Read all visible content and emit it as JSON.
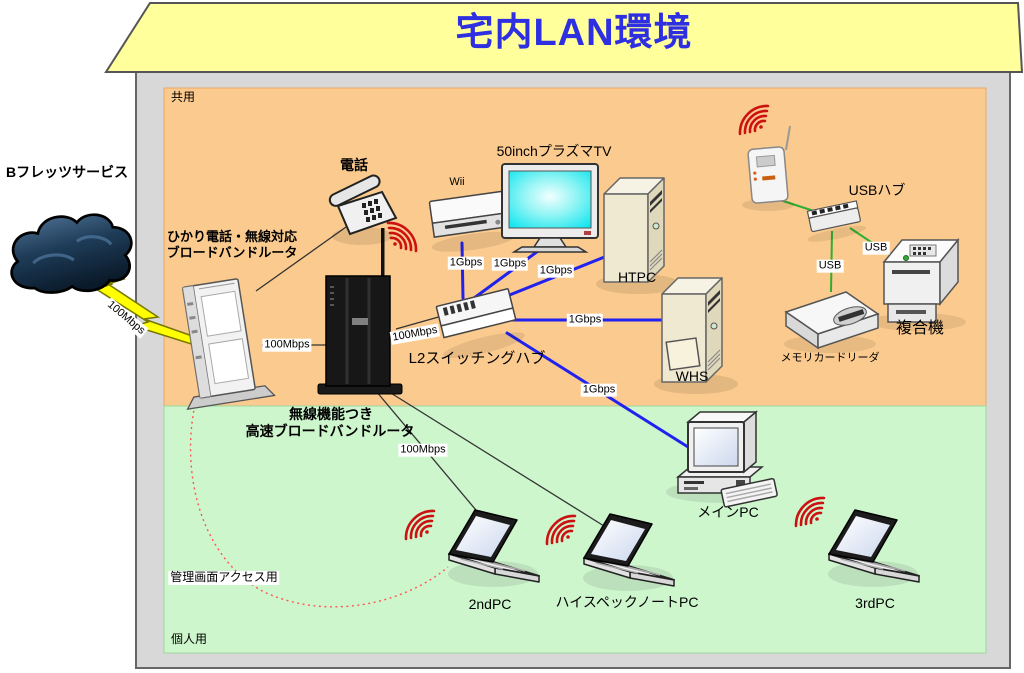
{
  "title": "宅内LAN環境",
  "wan": {
    "service": "Bフレッツサービス"
  },
  "zones": {
    "shared": "共用",
    "personal": "個人用"
  },
  "devices": {
    "hikari_router": {
      "lines": [
        "ひかり電話・無線対応",
        "ブロードバンドルータ"
      ]
    },
    "wireless_router": {
      "lines": [
        "無線機能つき",
        "高速ブロードバンドルータ"
      ]
    },
    "l2_switch": {
      "label": "L2スイッチングハブ"
    },
    "phone": {
      "label": "電話"
    },
    "wii": {
      "label": "Wii"
    },
    "plasma_tv": {
      "label": "50inchプラズマTV"
    },
    "htpc": {
      "label": "HTPC"
    },
    "whs": {
      "label": "WHS"
    },
    "usb_hub": {
      "label": "USBハブ"
    },
    "mfp": {
      "label": "複合機"
    },
    "card_reader": {
      "label": "メモリカードリーダ"
    },
    "main_pc": {
      "label": "メインPC"
    },
    "second_pc": {
      "label": "2ndPC"
    },
    "highspec_note_pc": {
      "label": "ハイスペックノートPC"
    },
    "third_pc": {
      "label": "3rdPC"
    }
  },
  "links": [
    {
      "from": "b_flets_cloud",
      "to": "hikari_router",
      "label": "100Mbps",
      "medium": "ftth-lightning"
    },
    {
      "from": "hikari_router",
      "to": "phone",
      "label": "",
      "medium": "phone-line"
    },
    {
      "from": "hikari_router",
      "to": "wireless_router",
      "label": "100Mbps",
      "medium": "ethernet"
    },
    {
      "from": "wireless_router",
      "to": "l2_switch",
      "label": "100Mbps",
      "medium": "ethernet"
    },
    {
      "from": "l2_switch",
      "to": "wii",
      "label": "1Gbps",
      "medium": "ethernet"
    },
    {
      "from": "l2_switch",
      "to": "plasma_tv",
      "label": "1Gbps",
      "medium": "ethernet"
    },
    {
      "from": "l2_switch",
      "to": "htpc",
      "label": "1Gbps",
      "medium": "ethernet"
    },
    {
      "from": "l2_switch",
      "to": "whs",
      "label": "1Gbps",
      "medium": "ethernet"
    },
    {
      "from": "l2_switch",
      "to": "main_pc",
      "label": "1Gbps",
      "medium": "ethernet"
    },
    {
      "from": "wireless_router",
      "to": "second_pc",
      "label": "100Mbps",
      "medium": "wireless"
    },
    {
      "from": "wireless_router",
      "to": "highspec_note_pc",
      "label": "",
      "medium": "wireless"
    },
    {
      "from": "wireless_print_server",
      "to": "usb_hub",
      "label": "",
      "medium": "usb"
    },
    {
      "from": "usb_hub",
      "to": "card_reader",
      "label": "USB",
      "medium": "usb"
    },
    {
      "from": "usb_hub",
      "to": "mfp",
      "label": "USB",
      "medium": "usb"
    },
    {
      "from": "hikari_router",
      "to": "second_pc",
      "label": "管理画面アクセス用",
      "medium": "admin-access-dotted"
    }
  ],
  "icons": {
    "wifi-icon": "red concentric arc waves",
    "cloud-icon": "dark blue internet cloud",
    "lightning-icon": "yellow FTTH bolt"
  },
  "colors": {
    "roof": "#ffff9c",
    "title_text": "#2f2fe2",
    "shared_zone": "#fbca8e",
    "personal_zone": "#cdf6cd",
    "wall": "#d8d8d8",
    "gigabit_line": "#2222ee",
    "ethernet_line": "#333333",
    "usb_line": "#2fae2f",
    "admin_line": "#ff5555",
    "wifi_wave": "#cc1111",
    "lightning": "#ffff00"
  }
}
